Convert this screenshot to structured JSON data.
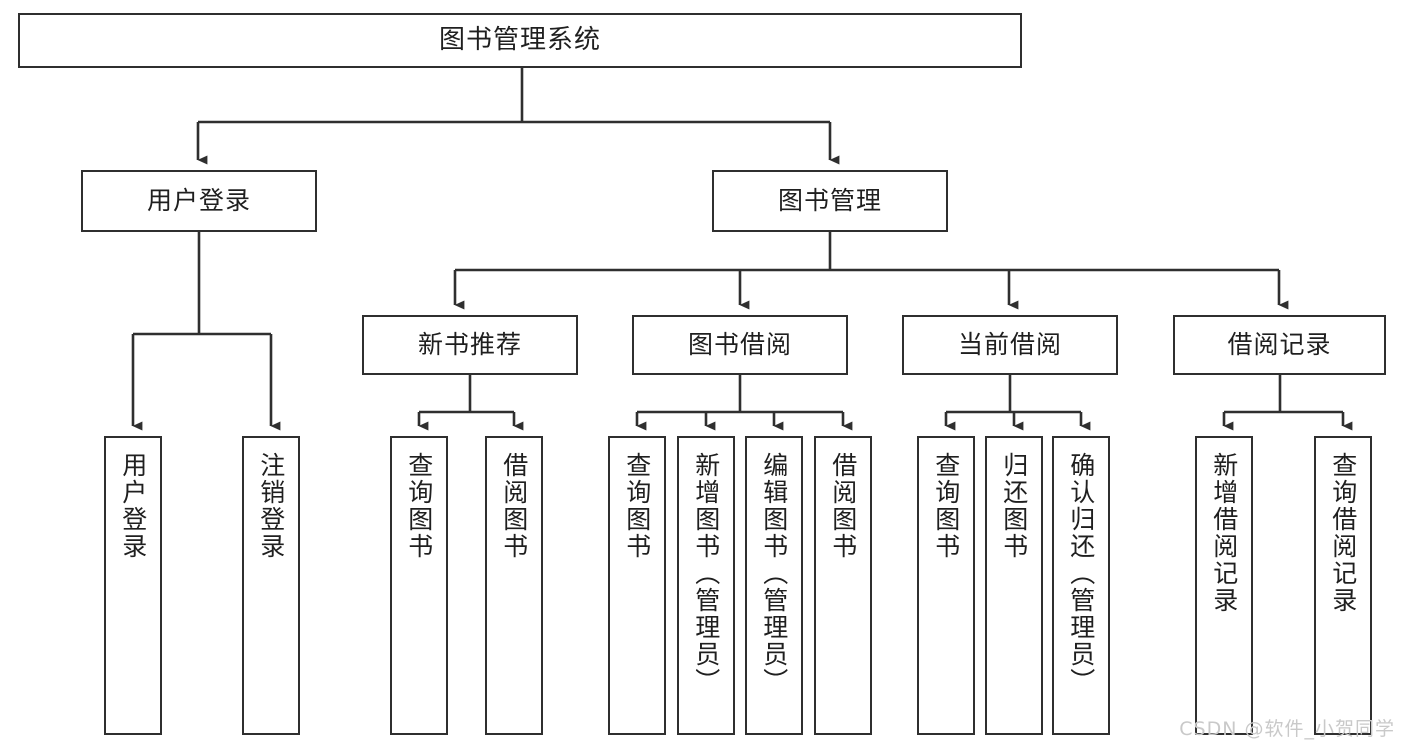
{
  "diagram": {
    "type": "tree",
    "title": "图书管理系统",
    "orientation": "top-down",
    "colors": {
      "box_stroke": "#2f2f2f",
      "box_fill": "#ffffff",
      "connector": "#2f2f2f",
      "text": "#1f1f1f",
      "watermark": "#c9c9c9",
      "background": "#ffffff"
    },
    "root": {
      "id": "root",
      "label": "图书管理系统",
      "orientation": "horizontal"
    },
    "level2": [
      {
        "id": "user-login",
        "label": "用户登录",
        "orientation": "horizontal"
      },
      {
        "id": "book-manage",
        "label": "图书管理",
        "orientation": "horizontal"
      }
    ],
    "level3": [
      {
        "id": "new-book-recommend",
        "label": "新书推荐",
        "orientation": "horizontal",
        "parent": "book-manage"
      },
      {
        "id": "book-borrow",
        "label": "图书借阅",
        "orientation": "horizontal",
        "parent": "book-manage"
      },
      {
        "id": "current-borrow",
        "label": "当前借阅",
        "orientation": "horizontal",
        "parent": "book-manage"
      },
      {
        "id": "borrow-record",
        "label": "借阅记录",
        "orientation": "horizontal",
        "parent": "book-manage"
      }
    ],
    "leaves": [
      {
        "id": "leaf-user-login",
        "label": "用户登录",
        "orientation": "vertical",
        "parent": "user-login"
      },
      {
        "id": "leaf-logout-login",
        "label": "注销登录",
        "orientation": "vertical",
        "parent": "user-login"
      },
      {
        "id": "leaf-query-book-1",
        "label": "查询图书",
        "orientation": "vertical",
        "parent": "new-book-recommend"
      },
      {
        "id": "leaf-borrow-book-1",
        "label": "借阅图书",
        "orientation": "vertical",
        "parent": "new-book-recommend"
      },
      {
        "id": "leaf-query-book-2",
        "label": "查询图书",
        "orientation": "vertical",
        "parent": "book-borrow"
      },
      {
        "id": "leaf-add-book-admin",
        "label": "新增图书（管理员）",
        "orientation": "vertical",
        "parent": "book-borrow"
      },
      {
        "id": "leaf-edit-book-admin",
        "label": "编辑图书（管理员）",
        "orientation": "vertical",
        "parent": "book-borrow"
      },
      {
        "id": "leaf-borrow-book-2",
        "label": "借阅图书",
        "orientation": "vertical",
        "parent": "book-borrow"
      },
      {
        "id": "leaf-query-book-3",
        "label": "查询图书",
        "orientation": "vertical",
        "parent": "current-borrow"
      },
      {
        "id": "leaf-return-book",
        "label": "归还图书",
        "orientation": "vertical",
        "parent": "current-borrow"
      },
      {
        "id": "leaf-confirm-return",
        "label": "确认归还（管理员）",
        "orientation": "vertical",
        "parent": "current-borrow"
      },
      {
        "id": "leaf-add-record",
        "label": "新增借阅记录",
        "orientation": "vertical",
        "parent": "borrow-record"
      },
      {
        "id": "leaf-query-record",
        "label": "查询借阅记录",
        "orientation": "vertical",
        "parent": "borrow-record"
      }
    ]
  },
  "watermark": {
    "text": "CSDN @软件_小贺同学"
  }
}
